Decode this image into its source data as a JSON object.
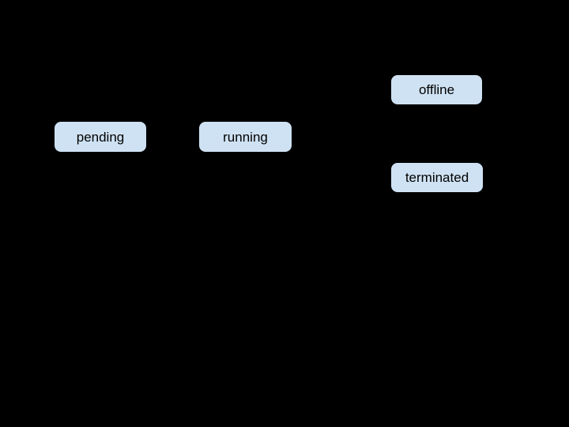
{
  "diagram": {
    "type": "state-diagram",
    "background_color": "#000000",
    "node_fill_color": "#cfe2f3",
    "node_text_color": "#000000",
    "nodes": [
      {
        "id": "pending",
        "label": "pending"
      },
      {
        "id": "running",
        "label": "running"
      },
      {
        "id": "offline",
        "label": "offline"
      },
      {
        "id": "terminated",
        "label": "terminated"
      }
    ]
  }
}
